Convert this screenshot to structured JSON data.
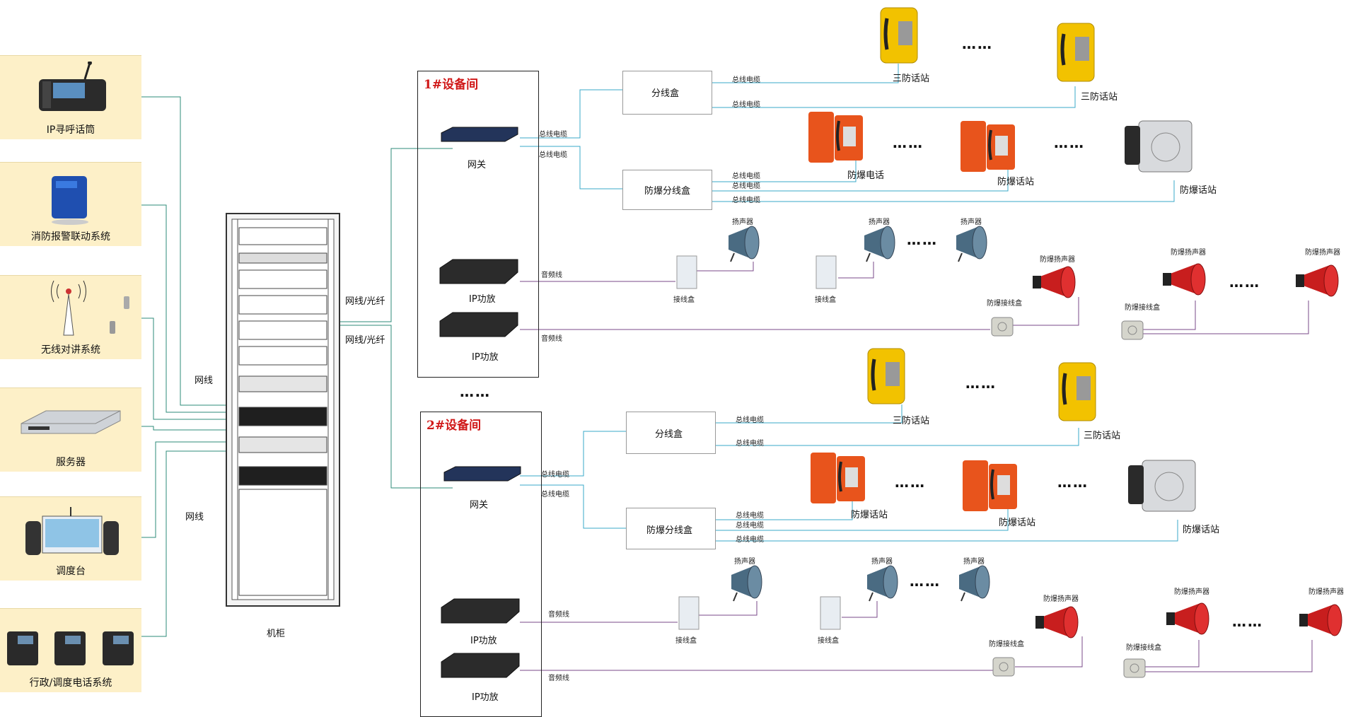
{
  "left_systems": [
    {
      "label": "IP寻呼话筒",
      "icon": "ip-paging-microphone"
    },
    {
      "label": "消防报警联动系统",
      "icon": "fire-alarm-linkage"
    },
    {
      "label": "无线对讲系统",
      "icon": "wireless-intercom-tower"
    },
    {
      "label": "服务器",
      "icon": "server"
    },
    {
      "label": "调度台",
      "icon": "dispatch-console"
    },
    {
      "label": "行政/调度电话系统",
      "icon": "office-phones"
    }
  ],
  "cabinet_label": "机柜",
  "wire_labels": {
    "net1": "网线",
    "net2": "网线",
    "net_fiber_1": "网线/光纤",
    "net_fiber_2": "网线/光纤"
  },
  "rooms": [
    {
      "title": "1#设备间",
      "gateway": "网关",
      "amp1": "IP功放",
      "amp2": "IP功放",
      "bus1": "总线电缆",
      "bus2": "总线电缆",
      "audio1": "音频线",
      "audio2": "音频线",
      "junction": "分线盒",
      "ex_junction": "防爆分线盒",
      "jb_bus1": "总线电缆",
      "jb_bus2": "总线电缆",
      "ex_bus1": "总线电缆",
      "ex_bus2": "总线电缆",
      "ex_bus3": "总线电缆",
      "station_a": "三防话站",
      "station_b": "三防话站",
      "ex_phone_a": "防爆电话",
      "ex_phone_b": "防爆话站",
      "ex_phone_c": "防爆话站",
      "spk1": "扬声器",
      "spk2": "扬声器",
      "spk3": "扬声器",
      "term1": "接线盒",
      "term2": "接线盒",
      "ex_term1": "防爆接线盒",
      "ex_term2": "防爆接线盒",
      "ex_spk1": "防爆扬声器",
      "ex_spk2": "防爆扬声器",
      "ex_spk3": "防爆扬声器"
    },
    {
      "title": "2#设备间",
      "gateway": "网关",
      "amp1": "IP功放",
      "amp2": "IP功放",
      "bus1": "总线电缆",
      "bus2": "总线电缆",
      "audio1": "音频线",
      "audio2": "音频线",
      "junction": "分线盒",
      "ex_junction": "防爆分线盒",
      "jb_bus1": "总线电缆",
      "jb_bus2": "总线电缆",
      "ex_bus1": "总线电缆",
      "ex_bus2": "总线电缆",
      "ex_bus3": "总线电缆",
      "station_a": "三防话站",
      "station_b": "三防话站",
      "ex_phone_a": "防爆话站",
      "ex_phone_b": "防爆话站",
      "ex_phone_c": "防爆话站",
      "spk1": "扬声器",
      "spk2": "扬声器",
      "spk3": "扬声器",
      "term1": "接线盒",
      "term2": "接线盒",
      "ex_term1": "防爆接线盒",
      "ex_term2": "防爆接线盒",
      "ex_spk1": "防爆扬声器",
      "ex_spk2": "防爆扬声器",
      "ex_spk3": "防爆扬声器"
    }
  ],
  "ellipsis": "……",
  "colors": {
    "left_bg": "#fdf0c8",
    "room_title": "#d01818",
    "network_line": "#2e8b79",
    "audio_line": "#7a4a8a",
    "bus_line": "#3aa8c8",
    "yellow_phone": "#f2c200",
    "orange_phone": "#e8541c",
    "horn_red": "#c81e1e",
    "horn_blue": "#4a6b82"
  }
}
